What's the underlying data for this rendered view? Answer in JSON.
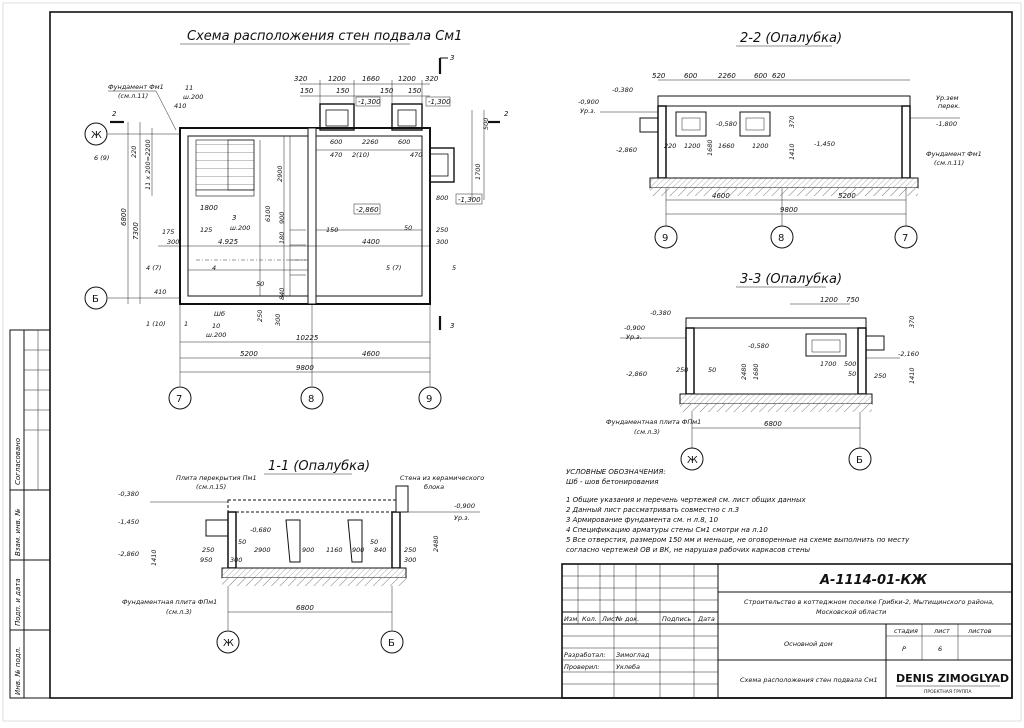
{
  "plan": {
    "title": "Схема расположения стен подвала См1",
    "dims_top": [
      "320",
      "1200",
      "1660",
      "1200",
      "320"
    ],
    "dims_top2": [
      "150",
      "150",
      "150",
      "150"
    ],
    "elev_top_left": "-1,300",
    "elev_top_right": "-1,300",
    "elev_right": "-1,300",
    "elev_room": "-2,860",
    "fm_label": "Фундамент Фм1",
    "fm_ref": "(см.л.11)",
    "label_11": "11",
    "label_w200a": "ш.200",
    "label_410": "410",
    "axis_6": "6 (9)",
    "dim_220": "220",
    "dim_stack": "11 х 200=2200",
    "dim_6800": "6800",
    "dim_7300": "7300",
    "dim_2900": "2900",
    "dim_6100": "6100",
    "dim_1800": "1800",
    "label_3": "3",
    "label_w200b": "ш.200",
    "dim_175": "175",
    "dim_125": "125",
    "dim_4925": "4.925",
    "dim_300": "300",
    "dim_180": "180",
    "dim_150": "150",
    "dim_4400": "4400",
    "dim_50": "50",
    "dim_250": "250",
    "dim_600": "600",
    "dim_2260": "2260",
    "dim_2_10": "2(10)",
    "dim_470": "470",
    "dim_800": "800",
    "dim_1700": "1700",
    "dim_500": "500",
    "dim_840": "840",
    "dim_900": "900",
    "label_4_7": "4 (7)",
    "label_4": "4",
    "label_5_7": "5 (7)",
    "label_5": "5",
    "label_1_10": "1 (10)",
    "label_1": "1",
    "label_sh6": "Шб",
    "label_10": "10",
    "label_w200c": "ш.200",
    "dim_10225": "10225",
    "dim_5200": "5200",
    "dim_4600": "4600",
    "dim_9800": "9800",
    "sec2": "2",
    "sec3": "3"
  },
  "section22": {
    "title": "2-2 (Опалубка)",
    "dims_top": [
      "520",
      "600",
      "2260",
      "600",
      "620"
    ],
    "elev_left": "-0,900",
    "elev_left_sub": "Ур.з.",
    "elev_left2": "-0,380",
    "elev_left3": "-2,860",
    "elev_mid": "-0,580",
    "elev_mid2": "-1,450",
    "elev_right_label": "Ур.зем",
    "elev_right_sub": "перек.",
    "elev_right": "-1,800",
    "fm_label": "Фундамент Фм1",
    "fm_ref": "(см.л.11)",
    "dims_inner": [
      "220",
      "1200",
      "1660",
      "1200",
      "1680",
      "1410",
      "370"
    ],
    "dim_4600": "4600",
    "dim_5200": "5200",
    "dim_9800": "9800"
  },
  "section33": {
    "title": "3-3 (Опалубка)",
    "dims_top": [
      "1200",
      "750"
    ],
    "elev_left": "-0,900",
    "elev_left_sub": "Ур.з.",
    "elev_left2": "-0,380",
    "elev_left3": "-2,860",
    "elev_mid": "-0,580",
    "elev_right": "-2,160",
    "dims_inner": [
      "250",
      "50",
      "1700",
      "500",
      "50",
      "250",
      "2480",
      "1680",
      "1410",
      "370"
    ],
    "fp_label": "Фундаментная плита ФПм1",
    "fp_ref": "(см.л.3)",
    "dim_6800": "6800"
  },
  "section11": {
    "title": "1-1 (Опалубка)",
    "slab_label": "Плита перекрытия Пм1",
    "slab_ref": "(см.л.15)",
    "wall_label": "Стена из керамического",
    "wall_label2": "блока",
    "elev_left": "-0,380",
    "elev_left2": "-1,450",
    "elev_left3": "-2,860",
    "elev_mid": "-0,680",
    "elev_right": "-0,900",
    "elev_right_sub": "Ур.з.",
    "dims_inner": [
      "250",
      "950",
      "300",
      "50",
      "2900",
      "900",
      "1160",
      "900",
      "50",
      "840",
      "250",
      "300"
    ],
    "dim_2480": "2480",
    "dim_1410": "1410",
    "fp_label": "Фундаментная плита ФПм1",
    "fp_ref": "(см.л.3)",
    "dim_6800": "6800"
  },
  "axes": {
    "a7": "7",
    "a8": "8",
    "a9": "9",
    "aZh": "Ж",
    "aB": "Б"
  },
  "notes": {
    "legend_title": "УСЛОВНЫЕ ОБОЗНАЧЕНИЯ:",
    "legend_line": "Шб - шов бетонирования",
    "items": [
      "1  Общие указания и перечень чертежей см. лист общих данных",
      "2  Данный лист рассматривать совместно с л.3",
      "3  Армирование фундамента см. н л.8, 10",
      "4  Спецификацию арматуры стены См1 смотри на л.10",
      "5  Все отверстия, размером 150 мм и меньше, не оговоренные на схеме выполнить по месту",
      "   согласно чертежей ОВ и ВК, не нарушая рабочих каркасов стены"
    ]
  },
  "stamp": {
    "code": "А-1114-01-КЖ",
    "project": "Строительство в коттеджном поселке Грибки-2, Мытищинского района,",
    "project2": "Московской области",
    "building": "Основной дом",
    "stage_h": "стадия",
    "sheet_h": "лист",
    "sheets_h": "листов",
    "stage": "Р",
    "sheet": "6",
    "sheets": "",
    "h_izm": "Изм.",
    "h_kol": "Кол.",
    "h_list": "Лист",
    "h_ndok": "№ док.",
    "h_podp": "Подпись",
    "h_data": "Дата",
    "r1_role": "Разработал:",
    "r1_name": "Зимоглад",
    "r2_role": "Проверил:",
    "r2_name": "Уклеба",
    "drawing": "Схема расположения стен подвала См1",
    "brand": "DENIS ZIMOGLYAD",
    "brand_sub": "ПРОЕКТНАЯ ГРУППА"
  },
  "side": {
    "soglas": "Согласовано",
    "vzam": "Взам. инв. №",
    "podp": "Подп. и дата",
    "inv": "Инв. № подл."
  }
}
